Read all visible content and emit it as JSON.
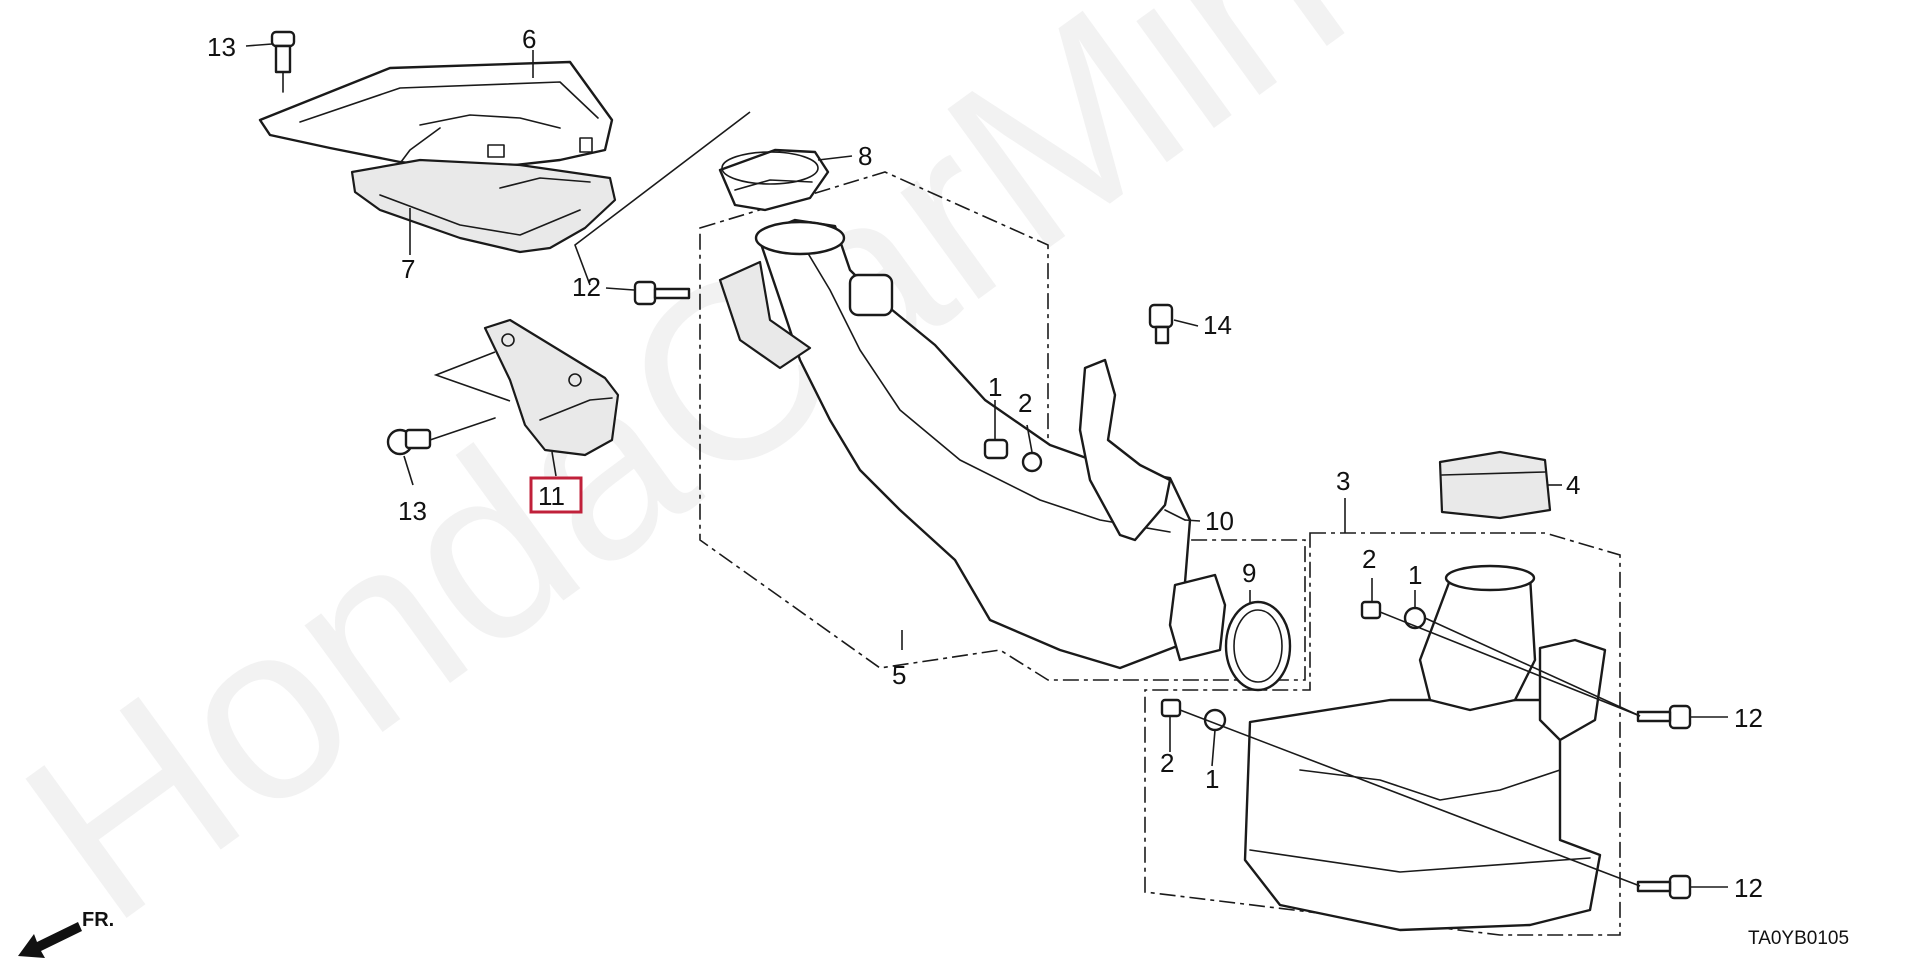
{
  "callouts": [
    {
      "id": "c13a",
      "num": "13"
    },
    {
      "id": "c6",
      "num": "6"
    },
    {
      "id": "c7",
      "num": "7"
    },
    {
      "id": "c8",
      "num": "8"
    },
    {
      "id": "c12a",
      "num": "12"
    },
    {
      "id": "c13b",
      "num": "13"
    },
    {
      "id": "c11",
      "num": "11",
      "highlighted": true,
      "highlight_color": "#c0203a"
    },
    {
      "id": "c1a",
      "num": "1"
    },
    {
      "id": "c2a",
      "num": "2"
    },
    {
      "id": "c14",
      "num": "14"
    },
    {
      "id": "c10",
      "num": "10"
    },
    {
      "id": "c3",
      "num": "3"
    },
    {
      "id": "c4",
      "num": "4"
    },
    {
      "id": "c9",
      "num": "9"
    },
    {
      "id": "c5",
      "num": "5"
    },
    {
      "id": "c2b",
      "num": "2"
    },
    {
      "id": "c1b",
      "num": "1"
    },
    {
      "id": "c12b",
      "num": "12"
    },
    {
      "id": "c2c",
      "num": "2"
    },
    {
      "id": "c1c",
      "num": "1"
    },
    {
      "id": "c12c",
      "num": "12"
    }
  ],
  "direction_label": "FR.",
  "diagram_code": "TA0YB0105",
  "watermark": "HondaCarMine.ru"
}
